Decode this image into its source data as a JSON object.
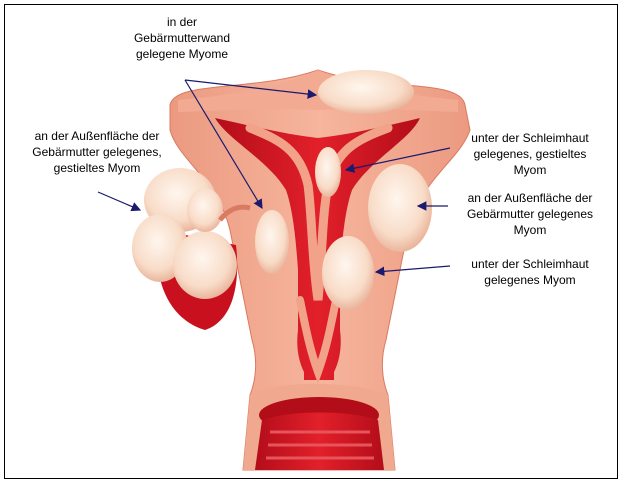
{
  "labels": {
    "intramural": [
      "in der",
      "Gebärmutterwand",
      "gelegene Myome"
    ],
    "subserous_pedunculated": [
      "an der Außenfläche der",
      "Gebärmutter gelegenes,",
      "gestieltes Myom"
    ],
    "submucous_pedunculated": [
      "unter der Schleimhaut",
      "gelegenes, gestieltes",
      "Myom"
    ],
    "subserous": [
      "an der Außenfläche der",
      "Gebärmutter gelegenes",
      "Myom"
    ],
    "submucous": [
      "unter der Schleimhaut",
      "gelegenes Myom"
    ]
  },
  "colors": {
    "tissue": "#f0a88e",
    "tissue_dark": "#e38a72",
    "cavity": "#c8101e",
    "cavity_dark": "#9e0a16",
    "myoma": "#fbe3d3",
    "arrow": "#1a1a6e"
  }
}
